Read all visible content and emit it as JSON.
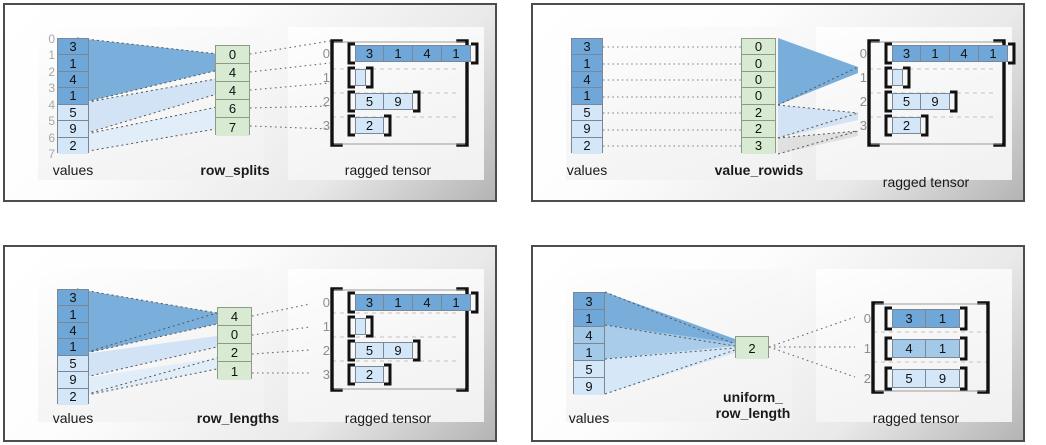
{
  "figure": {
    "title": "RaggedTensor row-partitioning encodings",
    "colors": {
      "blue_dark": "#6fa8d8",
      "blue_mid": "#a3c9e8",
      "blue_light": "#d4e7f8",
      "green": "#d9ead3",
      "panel_border": "#4d4d4d",
      "index_label": "#a8a8a8",
      "bracket": "#111111"
    },
    "labels": {
      "values": "values",
      "ragged_tensor": "ragged tensor"
    }
  },
  "panels": [
    {
      "id": "row-splits",
      "values": [
        {
          "v": "3",
          "shade": "blue-d"
        },
        {
          "v": "1",
          "shade": "blue-d"
        },
        {
          "v": "4",
          "shade": "blue-d"
        },
        {
          "v": "1",
          "shade": "blue-d"
        },
        {
          "v": "5",
          "shade": "blue-l"
        },
        {
          "v": "9",
          "shade": "blue-l"
        },
        {
          "v": "2",
          "shade": "blue-l"
        }
      ],
      "values_label": "values",
      "index_ticks": [
        "0",
        "1",
        "2",
        "3",
        "4",
        "5",
        "6",
        "7"
      ],
      "encoding_label": "row_splits",
      "encoding_values": [
        "0",
        "4",
        "4",
        "6",
        "7"
      ],
      "tensor_label": "ragged tensor",
      "tensor_row_indices": [
        "0",
        "1",
        "2",
        "3"
      ],
      "tensor_rows": [
        {
          "cells": [
            "3",
            "1",
            "4",
            "1"
          ],
          "shade": "blue-d"
        },
        {
          "cells": [],
          "shade": "blue-l"
        },
        {
          "cells": [
            "5",
            "9"
          ],
          "shade": "blue-l"
        },
        {
          "cells": [
            "2"
          ],
          "shade": "blue-l"
        }
      ]
    },
    {
      "id": "value-rowids",
      "values": [
        {
          "v": "3",
          "shade": "blue-d"
        },
        {
          "v": "1",
          "shade": "blue-d"
        },
        {
          "v": "4",
          "shade": "blue-d"
        },
        {
          "v": "1",
          "shade": "blue-d"
        },
        {
          "v": "5",
          "shade": "blue-l"
        },
        {
          "v": "9",
          "shade": "blue-l"
        },
        {
          "v": "2",
          "shade": "blue-l"
        }
      ],
      "values_label": "values",
      "index_ticks": [],
      "encoding_label": "value_rowids",
      "encoding_values": [
        "0",
        "0",
        "0",
        "0",
        "2",
        "2",
        "3"
      ],
      "tensor_label": "ragged tensor",
      "tensor_row_indices": [
        "0",
        "1",
        "2",
        "3"
      ],
      "tensor_rows": [
        {
          "cells": [
            "3",
            "1",
            "4",
            "1"
          ],
          "shade": "blue-d"
        },
        {
          "cells": [],
          "shade": "blue-l"
        },
        {
          "cells": [
            "5",
            "9"
          ],
          "shade": "blue-l"
        },
        {
          "cells": [
            "2"
          ],
          "shade": "blue-l"
        }
      ]
    },
    {
      "id": "row-lengths",
      "values": [
        {
          "v": "3",
          "shade": "blue-d"
        },
        {
          "v": "1",
          "shade": "blue-d"
        },
        {
          "v": "4",
          "shade": "blue-d"
        },
        {
          "v": "1",
          "shade": "blue-d"
        },
        {
          "v": "5",
          "shade": "blue-l"
        },
        {
          "v": "9",
          "shade": "blue-l"
        },
        {
          "v": "2",
          "shade": "blue-l"
        }
      ],
      "values_label": "values",
      "index_ticks": [],
      "encoding_label": "row_lengths",
      "encoding_values": [
        "4",
        "0",
        "2",
        "1"
      ],
      "tensor_label": "ragged tensor",
      "tensor_row_indices": [
        "0",
        "1",
        "2",
        "3"
      ],
      "tensor_rows": [
        {
          "cells": [
            "3",
            "1",
            "4",
            "1"
          ],
          "shade": "blue-d"
        },
        {
          "cells": [],
          "shade": "blue-l"
        },
        {
          "cells": [
            "5",
            "9"
          ],
          "shade": "blue-l"
        },
        {
          "cells": [
            "2"
          ],
          "shade": "blue-l"
        }
      ]
    },
    {
      "id": "uniform-row-length",
      "values": [
        {
          "v": "3",
          "shade": "blue-d"
        },
        {
          "v": "1",
          "shade": "blue-d"
        },
        {
          "v": "4",
          "shade": "blue-m"
        },
        {
          "v": "1",
          "shade": "blue-m"
        },
        {
          "v": "5",
          "shade": "blue-l"
        },
        {
          "v": "9",
          "shade": "blue-l"
        }
      ],
      "values_label": "values",
      "index_ticks": [],
      "encoding_label": "uniform_\nrow_length",
      "encoding_values": [
        "2"
      ],
      "tensor_label": "ragged tensor",
      "tensor_row_indices": [
        "0",
        "1",
        "2"
      ],
      "tensor_rows": [
        {
          "cells": [
            "3",
            "1"
          ],
          "shade": "blue-d"
        },
        {
          "cells": [
            "4",
            "1"
          ],
          "shade": "blue-m"
        },
        {
          "cells": [
            "5",
            "9"
          ],
          "shade": "blue-l"
        }
      ]
    }
  ]
}
